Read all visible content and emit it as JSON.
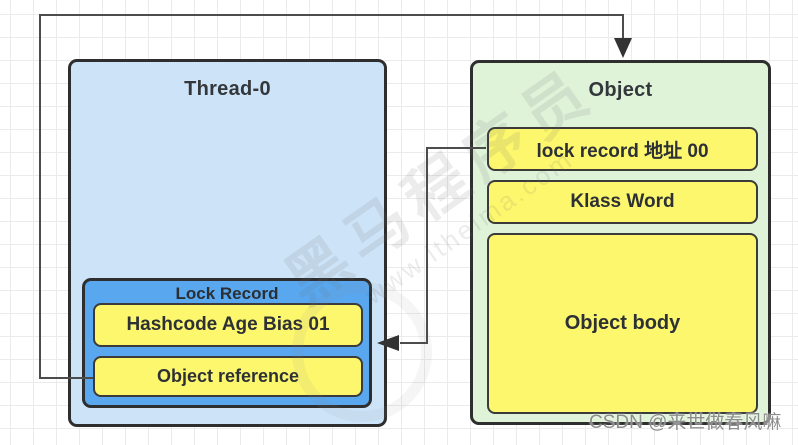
{
  "diagram": {
    "thread": {
      "title": "Thread-0",
      "lock_record": {
        "title": "Lock Record",
        "fields": [
          "Hashcode Age Bias 01",
          "Object reference"
        ]
      }
    },
    "object": {
      "title": "Object",
      "fields": [
        "lock record 地址 00",
        "Klass Word",
        "Object body"
      ]
    },
    "arrows": [
      {
        "name": "object-reference-to-object",
        "from": "Object reference",
        "to": "Object top edge"
      },
      {
        "name": "lock-record-address-to-lock-record",
        "from": "lock record 地址 00",
        "to": "Lock Record"
      }
    ]
  },
  "watermarks": {
    "diagonal_title": "黑马程序员",
    "diagonal_url": "www.itheima.com",
    "csdn": "CSDN @来世做春风嘛"
  },
  "colors": {
    "thread_fill": "#cde4f8",
    "lock_record_fill": "#58a7ef",
    "field_fill": "#fcf76d",
    "object_fill": "#dff3d9",
    "border": "#2e2e2e",
    "arrow": "#4c4c4c",
    "grid": "#ebebeb"
  }
}
